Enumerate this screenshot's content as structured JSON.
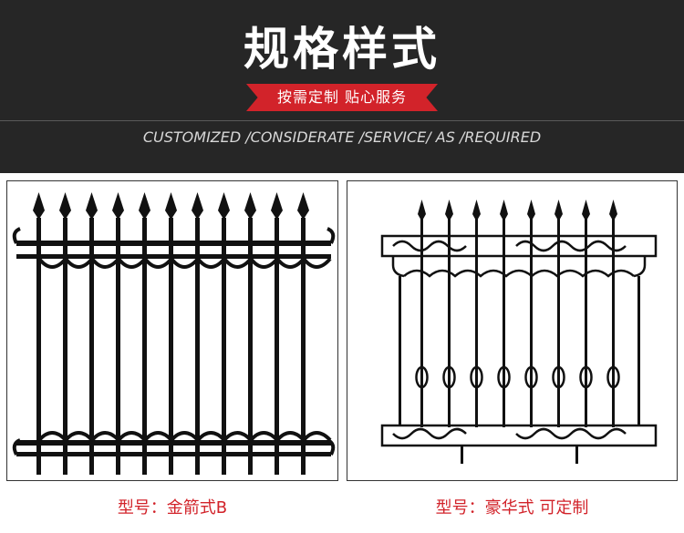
{
  "header": {
    "title": "规格样式",
    "ribbon_text": "按需定制 贴心服务",
    "subtitle": "CUSTOMIZED /CONSIDERATE /SERVICE/ AS /REQUIRED"
  },
  "products": [
    {
      "caption": "型号：金箭式B",
      "illustration": "spear-top-fence"
    },
    {
      "caption": "型号：豪华式  可定制",
      "illustration": "ornate-scroll-fence"
    }
  ],
  "colors": {
    "banner_bg": "#262626",
    "accent_red": "#d2232a",
    "fence_black": "#111111"
  }
}
